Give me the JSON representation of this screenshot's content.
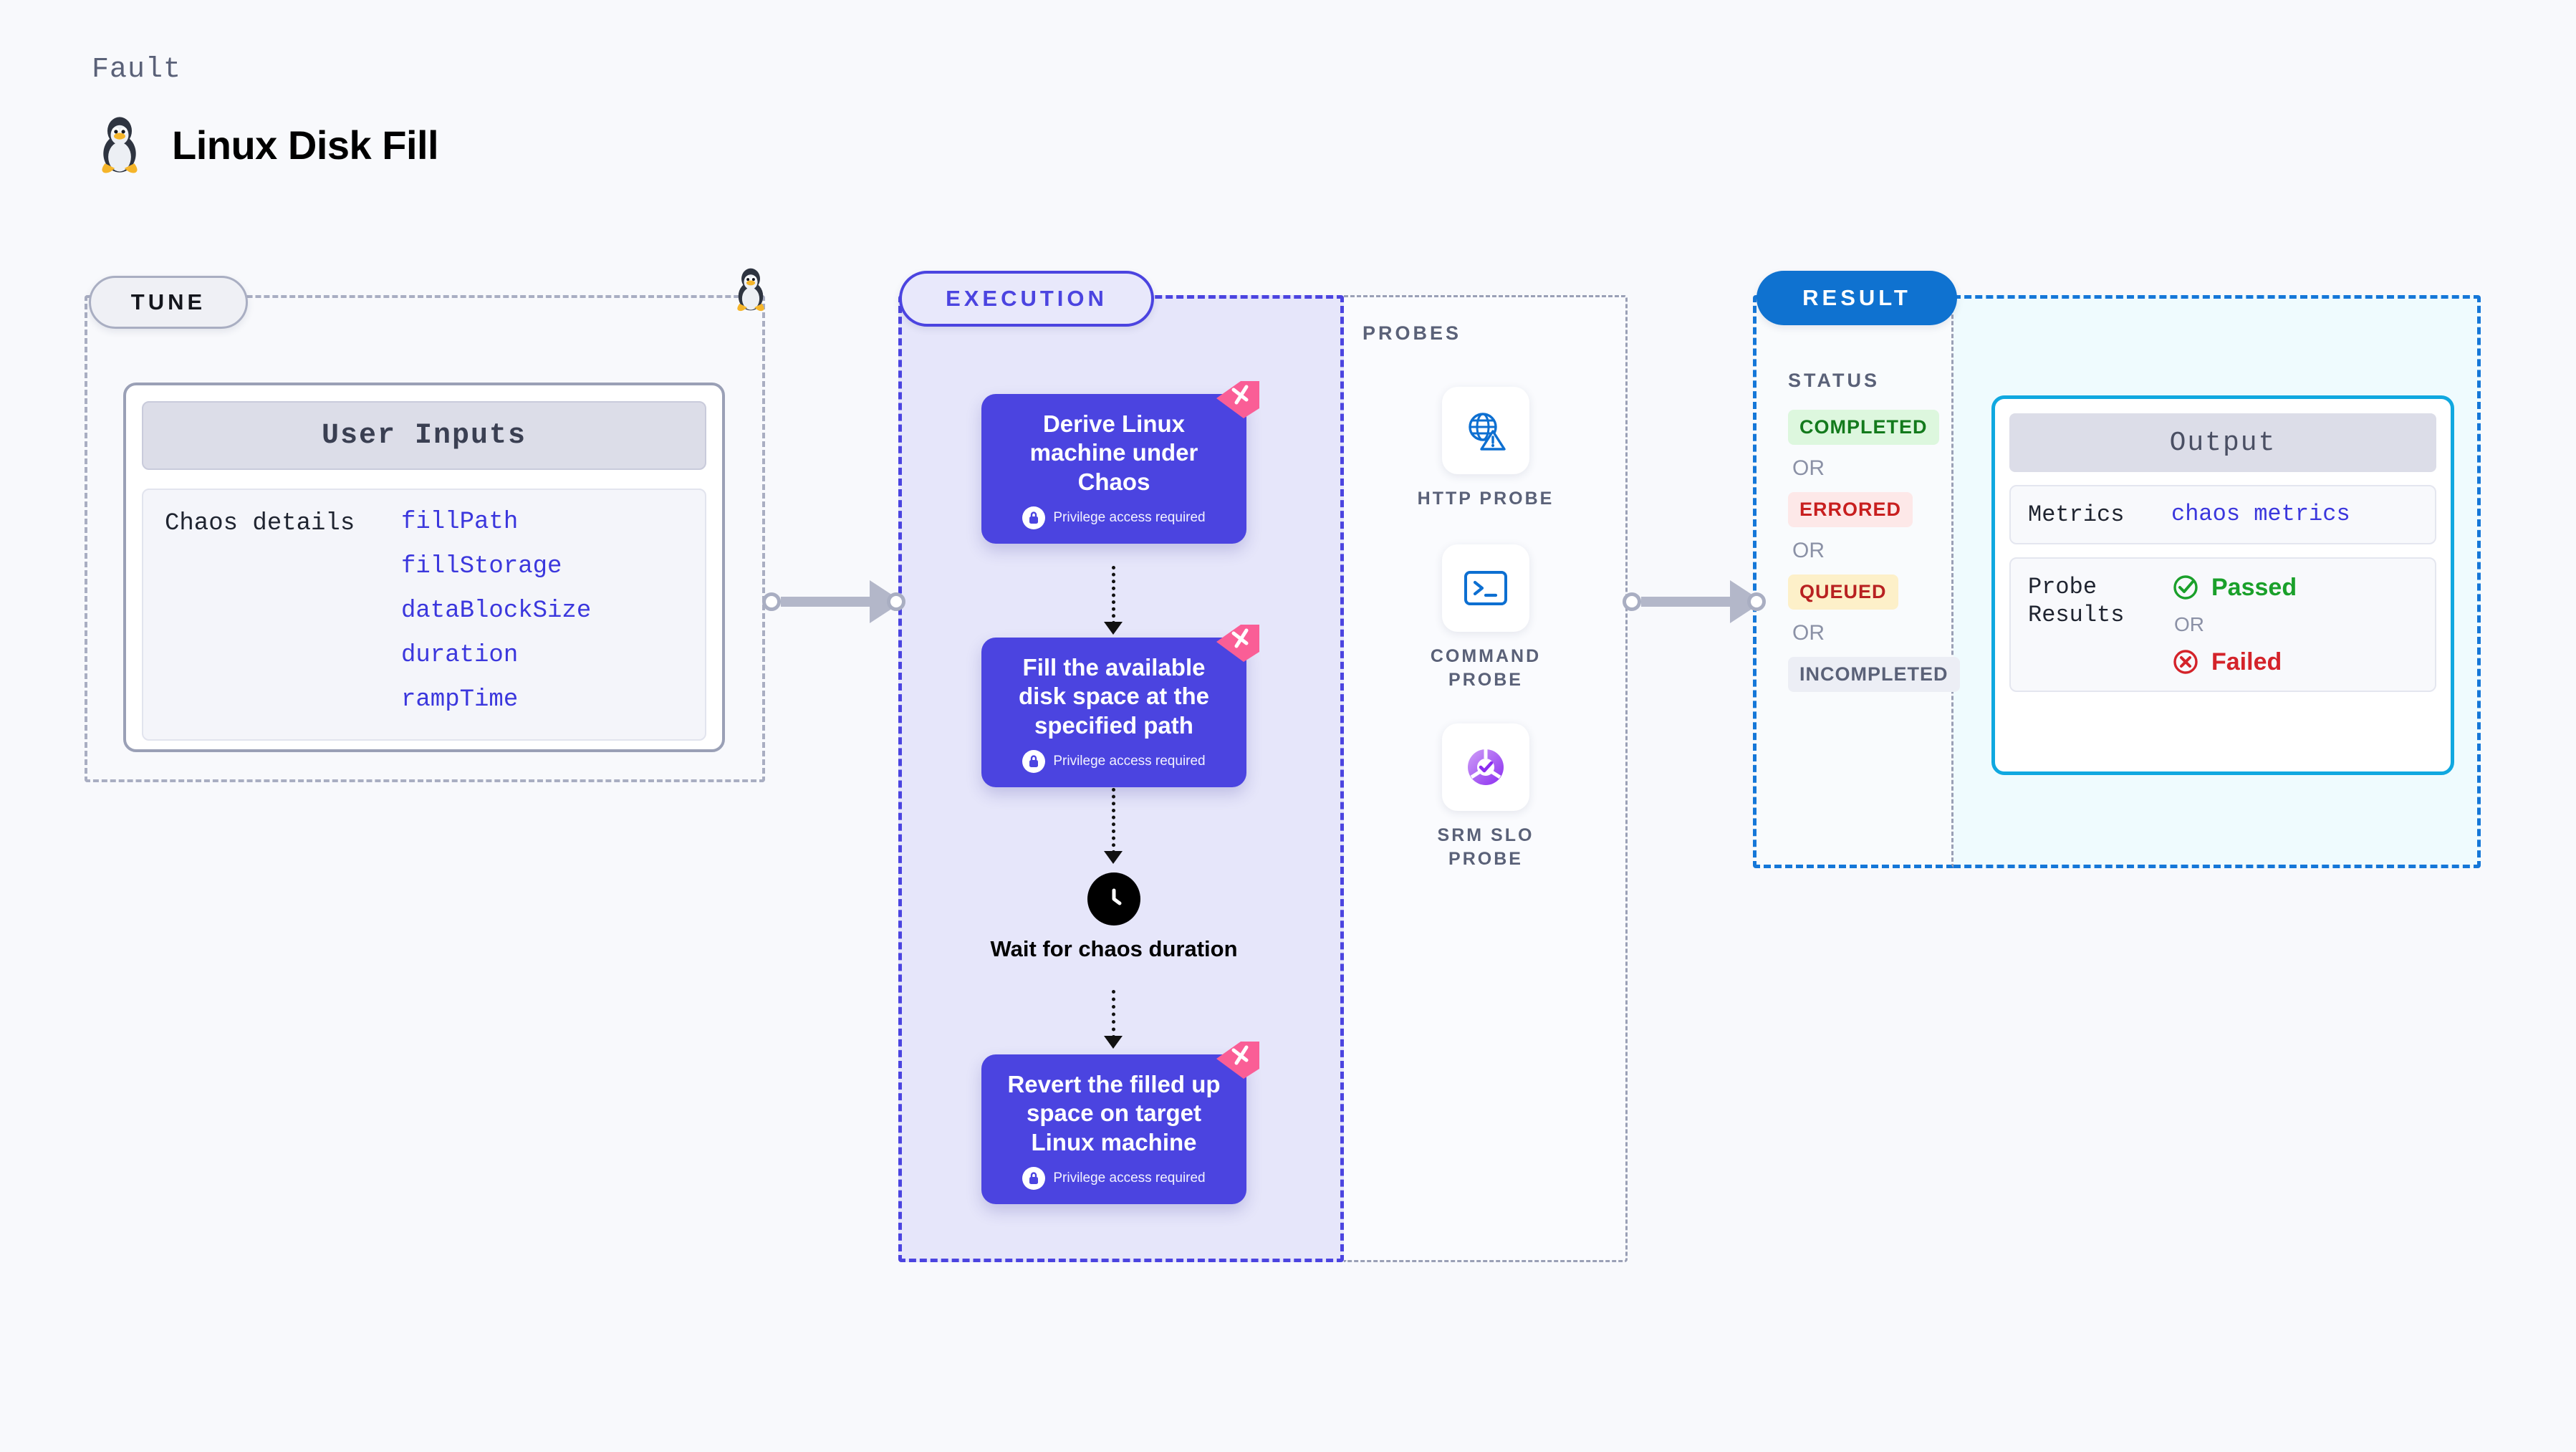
{
  "header": {
    "kicker": "Fault",
    "title": "Linux Disk Fill",
    "icon": "tux-penguin-icon"
  },
  "tune": {
    "pill_label": "TUNE",
    "card_title": "User Inputs",
    "row_label": "Chaos details",
    "parameters": [
      "fillPath",
      "fillStorage",
      "dataBlockSize",
      "duration",
      "rampTime"
    ]
  },
  "execution": {
    "pill_label": "EXECUTION",
    "privilege_note": "Privilege access required",
    "steps": [
      {
        "title": "Derive Linux machine under Chaos",
        "privileged": true
      },
      {
        "title": "Fill the available disk space at the specified path",
        "privileged": true
      },
      {
        "title": "Revert the filled up space on target Linux machine",
        "privileged": true
      }
    ],
    "wait_node": {
      "icon": "clock-icon",
      "label": "Wait for chaos duration"
    }
  },
  "probes": {
    "title": "PROBES",
    "items": [
      {
        "label": "HTTP PROBE",
        "icon": "globe-warning-icon"
      },
      {
        "label": "COMMAND PROBE",
        "icon": "terminal-icon"
      },
      {
        "label": "SRM SLO PROBE",
        "icon": "slo-donut-check-icon"
      }
    ]
  },
  "result": {
    "pill_label": "RESULT",
    "status_title": "STATUS",
    "or_label": "OR",
    "statuses": [
      {
        "label": "COMPLETED",
        "tone": "success"
      },
      {
        "label": "ERRORED",
        "tone": "error"
      },
      {
        "label": "QUEUED",
        "tone": "warning"
      },
      {
        "label": "INCOMPLETED",
        "tone": "neutral"
      }
    ],
    "output": {
      "title": "Output",
      "metrics_key": "Metrics",
      "metrics_value": "chaos metrics",
      "probe_results_key": "Probe Results",
      "passed_label": "Passed",
      "failed_label": "Failed",
      "or_label": "OR"
    }
  },
  "colors": {
    "background": "#f8f9fc",
    "indigo": "#4b44e0",
    "blue_accent": "#0f72d0",
    "cyan_border": "#10a8e0",
    "param_blue": "#3b37dd",
    "pink_flag": "#fa5e96",
    "success_green": "#1aa02a",
    "error_red": "#d4232a",
    "muted_gray": "#5a6178"
  }
}
